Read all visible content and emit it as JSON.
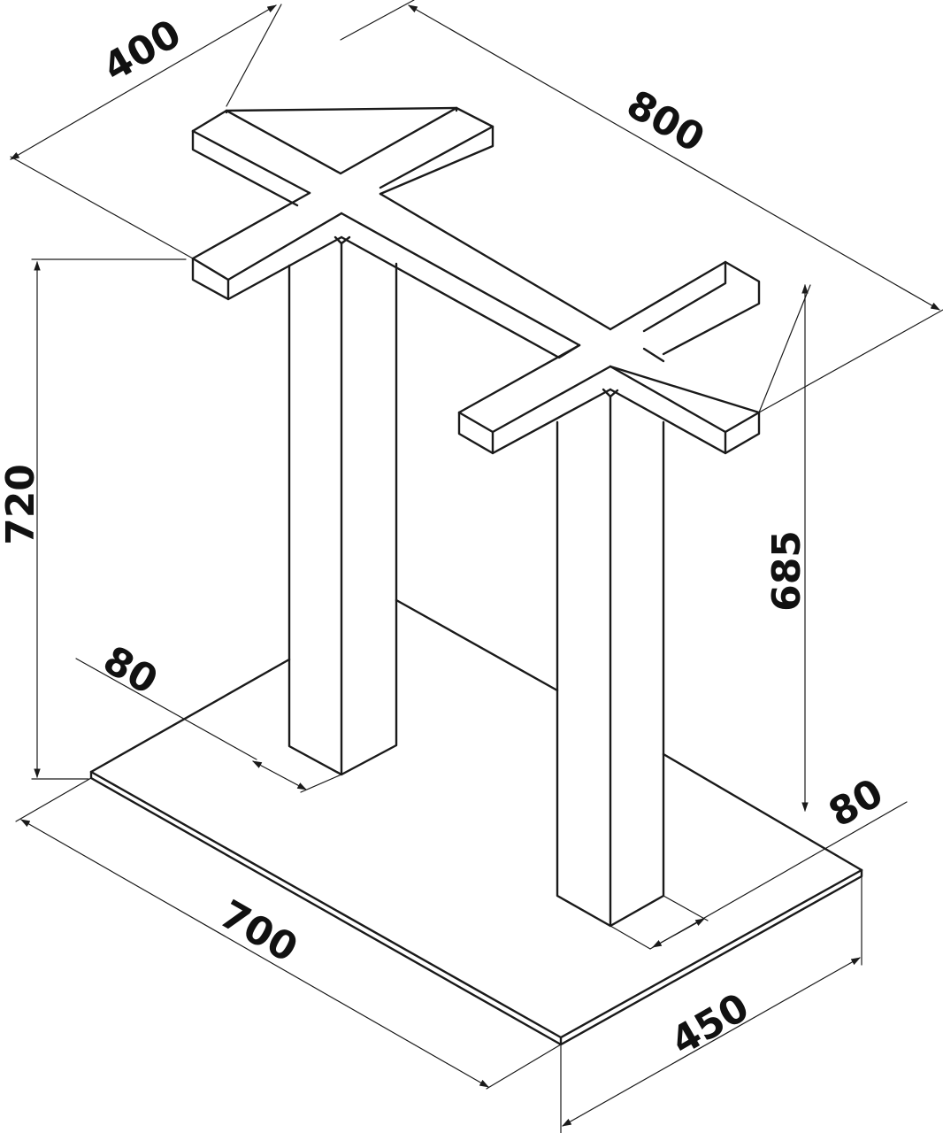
{
  "diagram": {
    "description_text_visible": false,
    "colors": {
      "line": "#1a1a1a",
      "text": "#111111",
      "background": "#ffffff"
    },
    "dimensions": {
      "top_width": "400",
      "top_length": "800",
      "overall_height": "720",
      "column_height": "685",
      "column_width_left": "80",
      "column_width_right": "80",
      "base_length": "700",
      "base_width": "450"
    }
  }
}
